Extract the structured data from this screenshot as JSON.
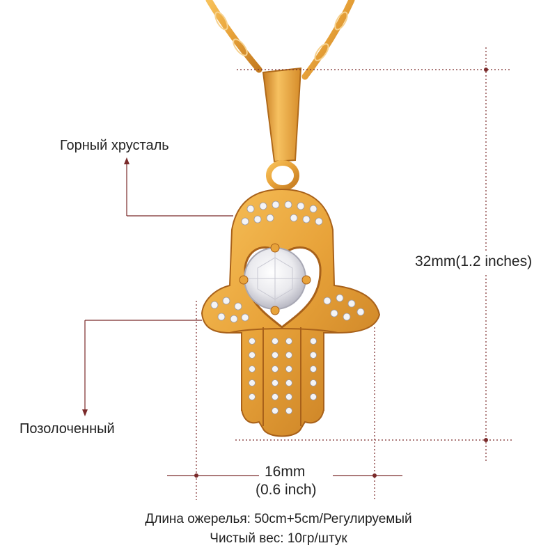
{
  "labels": {
    "crystal": "Горный хрусталь",
    "plated": "Позолоченный",
    "height": "32mm(1.2 inches)",
    "width": "16mm",
    "width_in": "(0.6 inch)"
  },
  "captions": {
    "length": "Длина ожерелья: 50cm+5cm/Регулируемый",
    "weight": "Чистый вес: 10гр/штук"
  },
  "colors": {
    "gold": "#e8a33a",
    "gold_dark": "#b8701c",
    "dimension_line": "#7a2a2a",
    "stone": "#f2f2f4"
  },
  "icons": {
    "pendant": "hamsa-hand-pendant",
    "chain": "gold-link-chain",
    "stone": "round-cut-crystal"
  }
}
